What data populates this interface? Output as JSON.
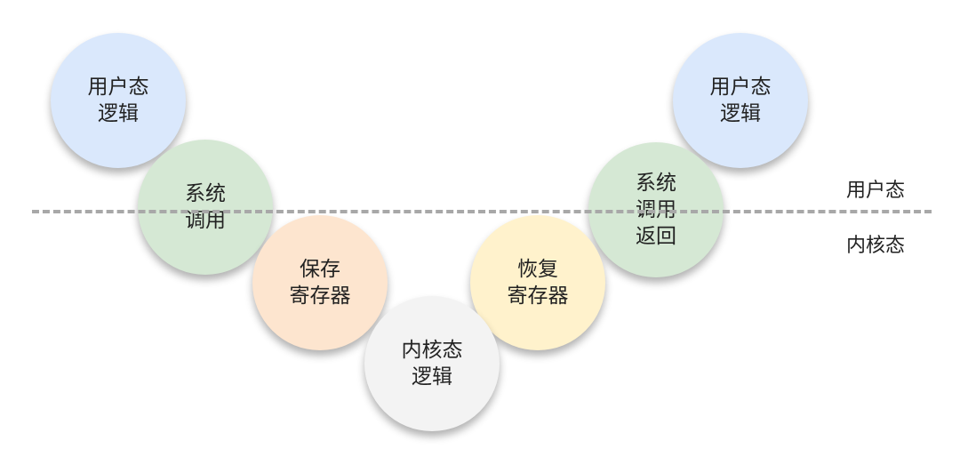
{
  "nodes": [
    {
      "id": "user-logic-left",
      "lines": [
        "用户态",
        "逻辑"
      ],
      "color": "#dae8fc"
    },
    {
      "id": "syscall",
      "lines": [
        "系统",
        "调用"
      ],
      "color": "#d5e8d4"
    },
    {
      "id": "save-registers",
      "lines": [
        "保存",
        "寄存器"
      ],
      "color": "#fde5cf"
    },
    {
      "id": "kernel-logic",
      "lines": [
        "内核态",
        "逻辑"
      ],
      "color": "#f3f3f3"
    },
    {
      "id": "restore-registers",
      "lines": [
        "恢复",
        "寄存器"
      ],
      "color": "#fff2cc"
    },
    {
      "id": "syscall-return",
      "lines": [
        "系统",
        "调用",
        "返回"
      ],
      "color": "#d5e8d4"
    },
    {
      "id": "user-logic-right",
      "lines": [
        "用户态",
        "逻辑"
      ],
      "color": "#dae8fc"
    }
  ],
  "labels": {
    "user_mode": "用户态",
    "kernel_mode": "内核态"
  },
  "divider_color": "#a8a8a8"
}
